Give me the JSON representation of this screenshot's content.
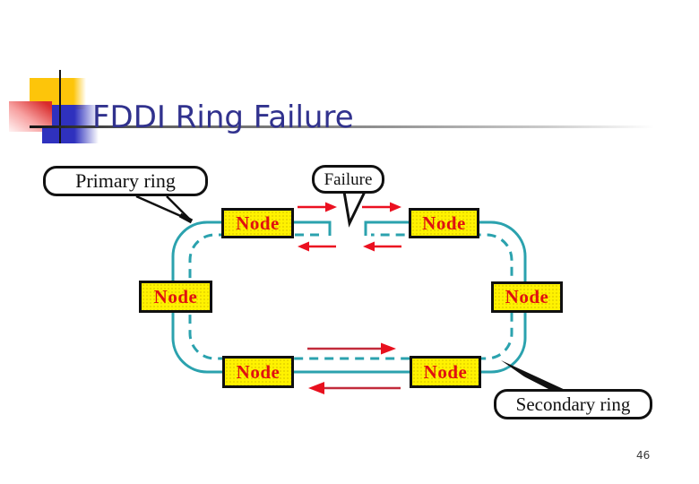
{
  "header": {
    "title": "FDDI Ring Failure"
  },
  "footer": {
    "page_number": "46"
  },
  "diagram": {
    "callouts": {
      "primary_ring": "Primary ring",
      "failure": "Failure",
      "secondary_ring": "Secondary ring"
    },
    "nodes": [
      {
        "label": "Node",
        "position": "top-left"
      },
      {
        "label": "Node",
        "position": "top-right"
      },
      {
        "label": "Node",
        "position": "middle-left"
      },
      {
        "label": "Node",
        "position": "middle-right"
      },
      {
        "label": "Node",
        "position": "bottom-left"
      },
      {
        "label": "Node",
        "position": "bottom-right"
      }
    ],
    "colors": {
      "ring": "#2ba2ae",
      "node_fill": "#fff200",
      "node_border": "#101010",
      "node_text": "#e01010",
      "arrow": "#eb1020",
      "arrow_shaft_dark": "#c22b3b",
      "arrow_head_bright": "#e8101e",
      "title_blue": "#31328e",
      "callout_border": "#111111"
    }
  }
}
